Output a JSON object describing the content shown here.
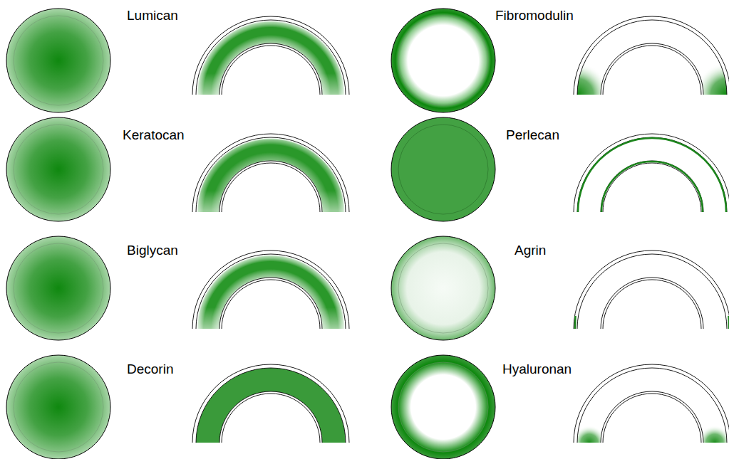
{
  "diagram": {
    "labels": [
      "Lumican",
      "Fibromodulin",
      "Keratocan",
      "Perlecan",
      "Biglycan",
      "Agrin",
      "Decorin",
      "Hyaluronan"
    ]
  }
}
